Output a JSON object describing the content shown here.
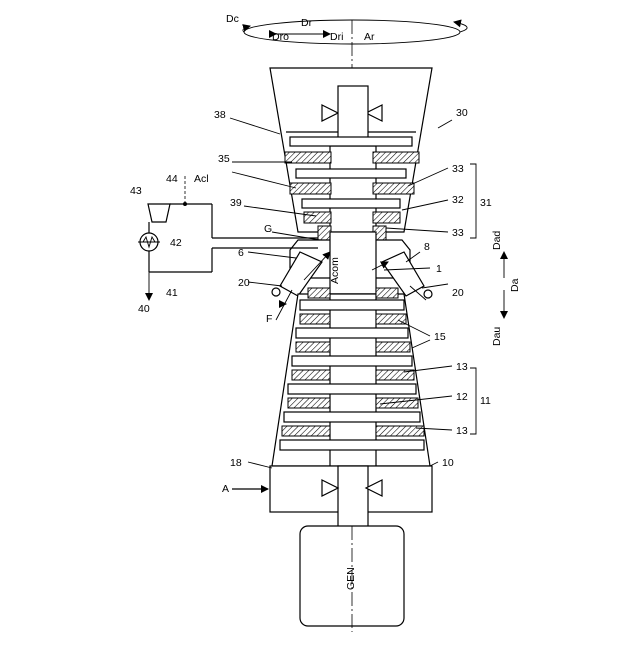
{
  "labels": {
    "dc": "Dc",
    "dro": "Dro",
    "dr": "Dr",
    "dri": "Dri",
    "ar": "Ar",
    "n30": "30",
    "n38": "38",
    "n35": "35",
    "n33a": "33",
    "n33b": "33",
    "n32": "32",
    "n31": "31",
    "n39": "39",
    "g": "G",
    "n6": "6",
    "n8": "8",
    "n1": "1",
    "acom": "Acom",
    "dad": "Dad",
    "da": "Da",
    "dau": "Dau",
    "n20a": "20",
    "n20b": "20",
    "f": "F",
    "n15": "15",
    "n43": "43",
    "n44": "44",
    "acl": "Acl",
    "n42": "42",
    "n40": "40",
    "n41": "41",
    "n13a": "13",
    "n12": "12",
    "n11": "11",
    "n13b": "13",
    "n10": "10",
    "n18": "18",
    "a": "A",
    "gen": "GEN"
  }
}
